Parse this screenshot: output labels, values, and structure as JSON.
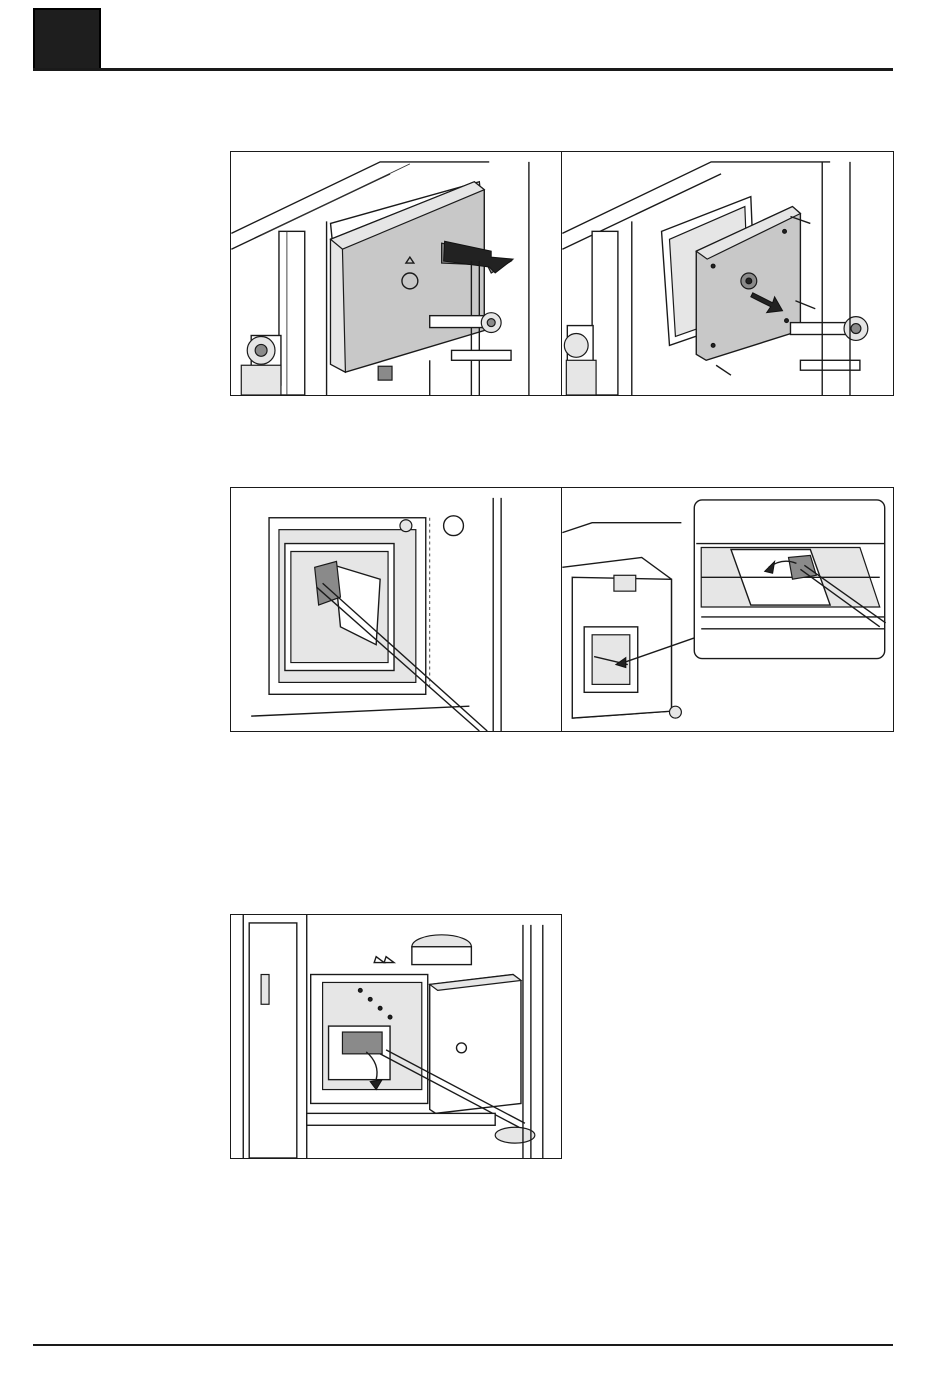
{
  "page": {
    "header": {
      "tab_color": "#1e1e1e",
      "rule_color": "#1a1a1a"
    },
    "footer": {
      "rule_color": "#1a1a1a"
    }
  },
  "figures": [
    {
      "id": "fig-remove-cover",
      "icon": "boiler-cover-removal-illustration"
    },
    {
      "id": "fig-unscrew-inner-door",
      "icon": "inner-door-screws-illustration"
    },
    {
      "id": "fig-clean-heat-exchanger",
      "icon": "cleaning-brush-window-illustration"
    },
    {
      "id": "fig-clean-ash-channel",
      "icon": "ash-channel-detail-illustration"
    },
    {
      "id": "fig-clean-combustion-chamber",
      "icon": "combustion-chamber-cleaning-illustration"
    }
  ]
}
